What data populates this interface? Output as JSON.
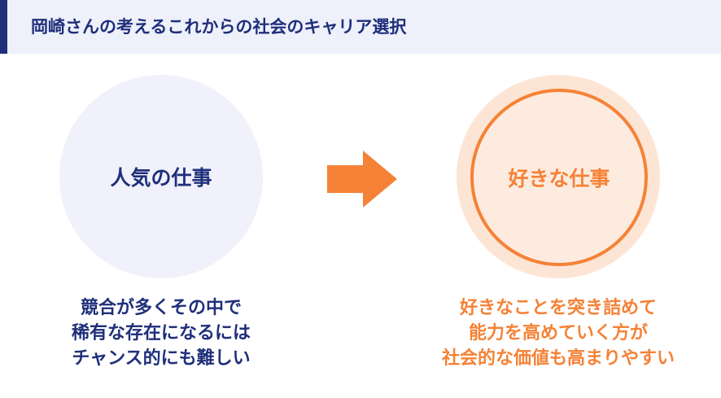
{
  "header": {
    "title": "岡崎さんの考えるこれからの社会のキャリア選択"
  },
  "left": {
    "circle_label": "人気の仕事",
    "description": [
      "競合が多くその中で",
      "稀有な存在になるには",
      "チャンス的にも難しい"
    ]
  },
  "right": {
    "circle_label": "好きな仕事",
    "description": [
      "好きなことを突き詰めて",
      "能力を高めていく方が",
      "社会的な価値も高まりやすい"
    ]
  },
  "colors": {
    "navy": "#1f2f7a",
    "orange": "#f58236",
    "header_bg": "#eef0fa",
    "left_circle_bg": "#f0f1fb",
    "right_circle_bg": "#fde5d6"
  },
  "icons": {
    "arrow": "arrow-right-icon"
  }
}
